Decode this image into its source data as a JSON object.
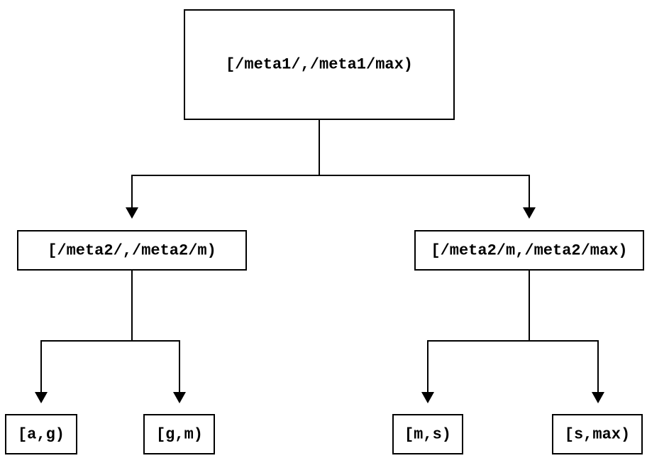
{
  "page": {
    "background_color": "#ffffff"
  },
  "tree": {
    "type": "interval-partition-tree",
    "colors": {
      "line": "#000000",
      "node_fill": "#ffffff",
      "text": "#000000"
    },
    "root": {
      "label": "[/meta1/,/meta1/max)",
      "children": [
        {
          "label": "[/meta2/,/meta2/m)",
          "children": [
            {
              "label": "[a,g)"
            },
            {
              "label": "[g,m)"
            }
          ]
        },
        {
          "label": "[/meta2/m,/meta2/max)",
          "children": [
            {
              "label": "[m,s)"
            },
            {
              "label": "[s,max)"
            }
          ]
        }
      ]
    }
  }
}
